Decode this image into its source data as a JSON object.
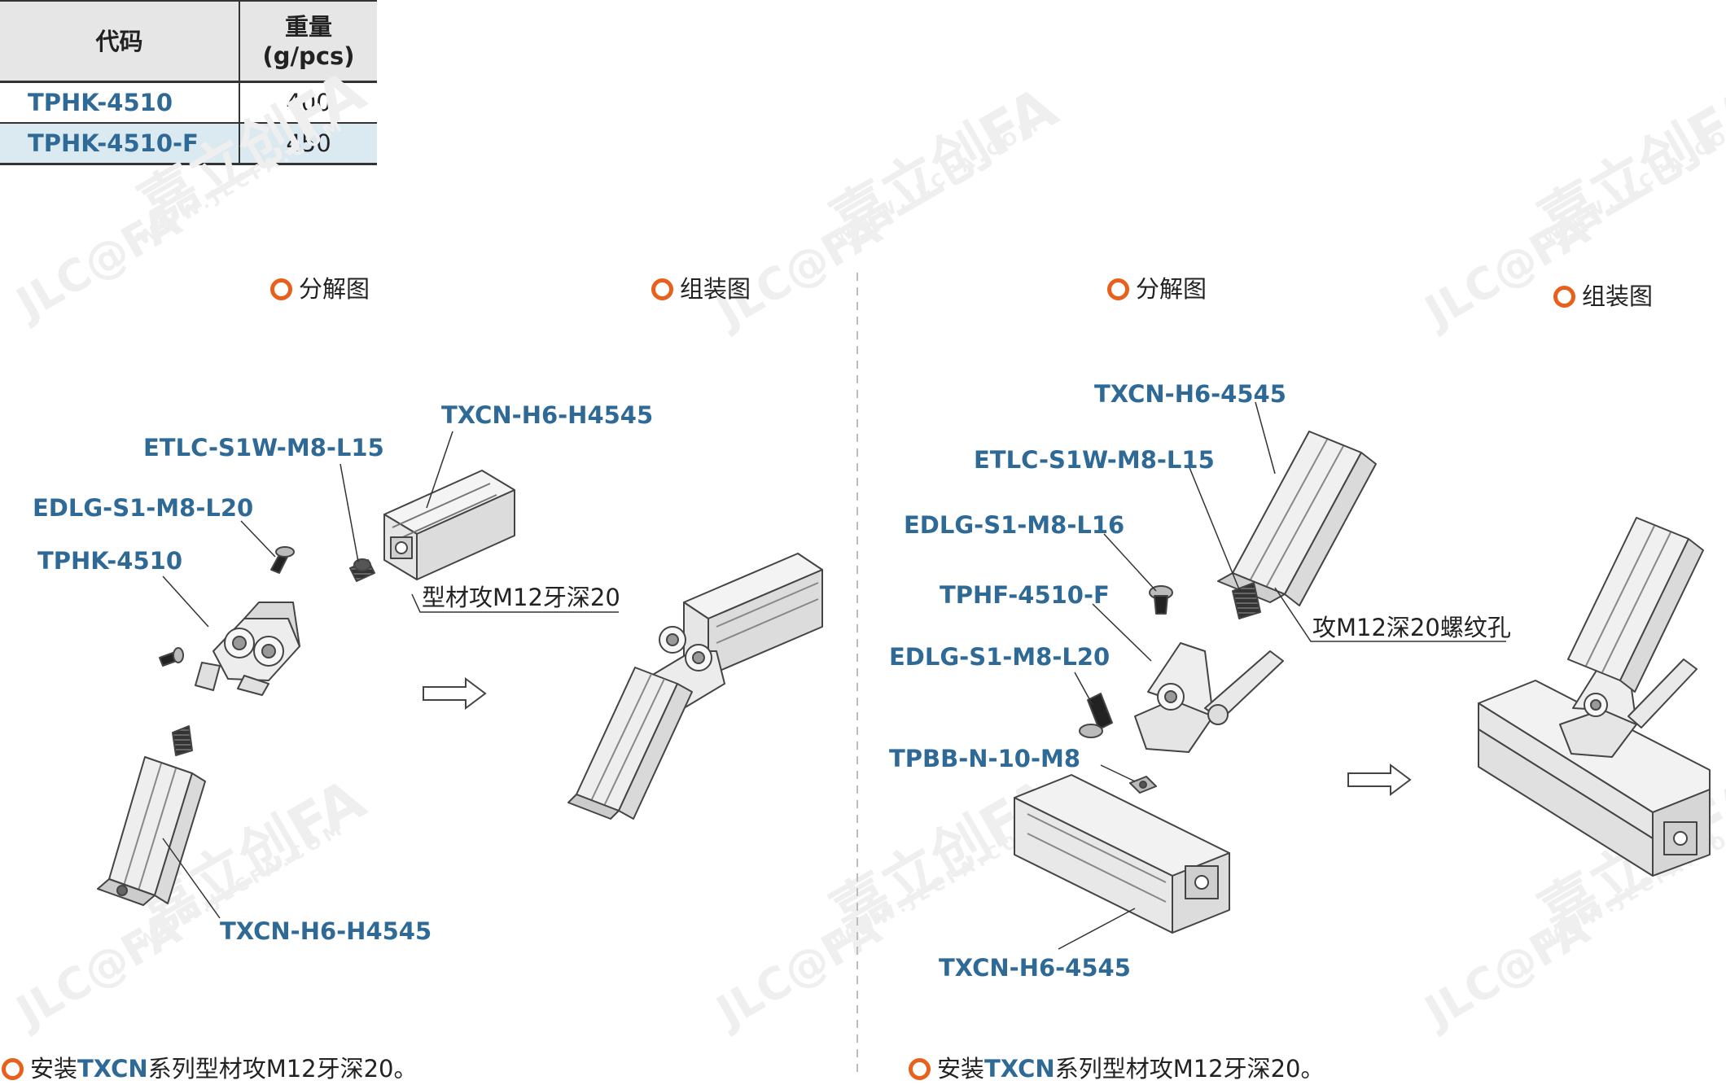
{
  "table": {
    "header": {
      "code": "代码",
      "weight_line1": "重量",
      "weight_line2": "(g/pcs)"
    },
    "rows": [
      {
        "code": "TPHK-4510",
        "weight": "400"
      },
      {
        "code": "TPHK-4510-F",
        "weight": "450"
      }
    ]
  },
  "watermark": {
    "brand": "嘉立创FA",
    "url": "WWW.JLCFA.COM",
    "logo": "JLC@FA"
  },
  "left_panel": {
    "exploded_title": "分解图",
    "assembled_title": "组装图",
    "labels": {
      "profile_top": "TXCN-H6-H4545",
      "set_screw": "ETLC-S1W-M8-L15",
      "bolt": "EDLG-S1-M8-L20",
      "hinge": "TPHK-4510",
      "profile_bottom": "TXCN-H6-H4545"
    },
    "note": "型材攻M12牙深20",
    "footer": {
      "prefix": "安装",
      "highlight": "TXCN",
      "suffix": "系列型材攻M12牙深20。"
    }
  },
  "right_panel": {
    "exploded_title": "分解图",
    "assembled_title": "组装图",
    "labels": {
      "profile_top": "TXCN-H6-4545",
      "set_screw": "ETLC-S1W-M8-L15",
      "bolt_short": "EDLG-S1-M8-L16",
      "hinge": "TPHF-4510-F",
      "bolt_long": "EDLG-S1-M8-L20",
      "t_nut": "TPBB-N-10-M8",
      "profile_bottom": "TXCN-H6-4545"
    },
    "note": "攻M12深20螺纹孔",
    "footer": {
      "prefix": "安装",
      "highlight": "TXCN",
      "suffix": "系列型材攻M12牙深20。"
    }
  },
  "colors": {
    "label_blue": "#2f6a97",
    "accent_orange": "#e8601c",
    "row_highlight": "#dbe9f1",
    "header_gray": "#e6e6e6",
    "part_fill": "#eeeeee",
    "part_stroke": "#444444"
  }
}
